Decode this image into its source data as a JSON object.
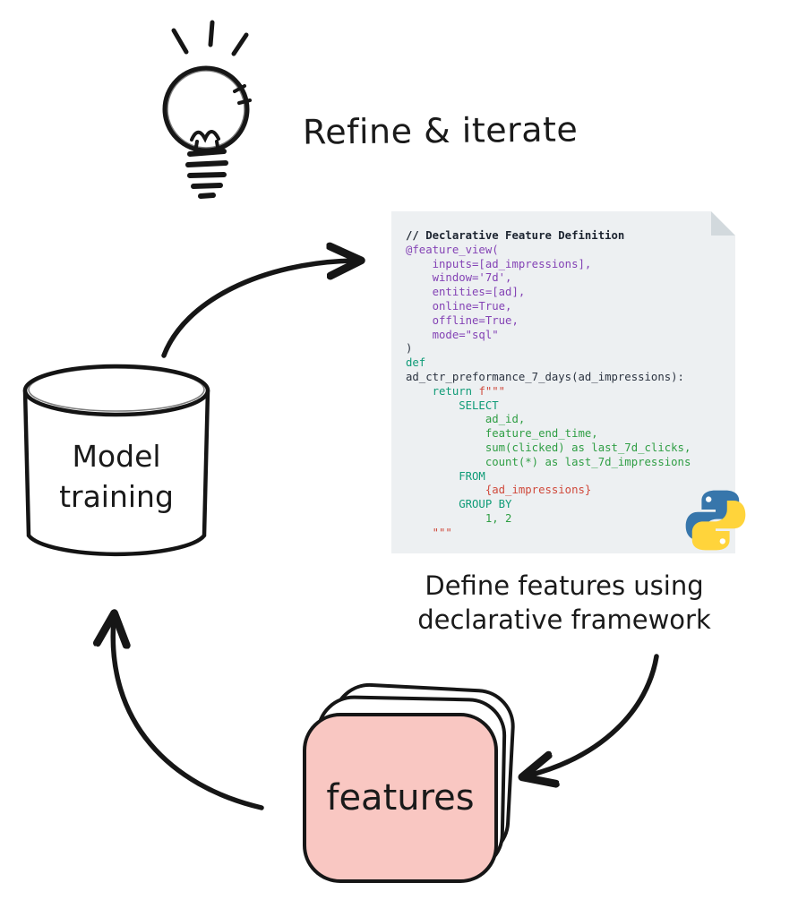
{
  "header": {
    "refine_iterate": "Refine & iterate"
  },
  "code_card": {
    "lines": [
      [
        [
          "comment",
          "// Declarative Feature Definition"
        ]
      ],
      [
        [
          "purple",
          "@feature_view("
        ]
      ],
      [
        [
          "purple",
          "    inputs=[ad_impressions],"
        ]
      ],
      [
        [
          "purple",
          "    window='7d',"
        ]
      ],
      [
        [
          "purple",
          "    entities=[ad],"
        ]
      ],
      [
        [
          "purple",
          "    online=True,"
        ]
      ],
      [
        [
          "purple",
          "    offline=True,"
        ]
      ],
      [
        [
          "purple",
          "    mode=\"sql\""
        ]
      ],
      [
        [
          "dark",
          ")"
        ]
      ],
      [
        [
          "teal",
          "def"
        ]
      ],
      [
        [
          "dark",
          "ad_ctr_preformance_7_days(ad_impressions):"
        ]
      ],
      [
        [
          "teal",
          "    return "
        ],
        [
          "red",
          "f\"\"\""
        ]
      ],
      [
        [
          "teal",
          "        SELECT"
        ]
      ],
      [
        [
          "green",
          "            ad_id,"
        ]
      ],
      [
        [
          "green",
          "            feature_end_time,"
        ]
      ],
      [
        [
          "green",
          "            sum(clicked) as last_7d_clicks,"
        ]
      ],
      [
        [
          "green",
          "            count(*) as last_7d_impressions"
        ]
      ],
      [
        [
          "teal",
          "        FROM"
        ]
      ],
      [
        [
          "red",
          "            {ad_impressions}"
        ]
      ],
      [
        [
          "teal",
          "        GROUP BY"
        ]
      ],
      [
        [
          "green",
          "            1, 2"
        ]
      ],
      [
        [
          "red",
          "    \"\"\""
        ]
      ]
    ]
  },
  "caption": {
    "line1": "Define features using",
    "line2": "declarative framework"
  },
  "model_training": {
    "line1": "Model",
    "line2": "training"
  },
  "features": {
    "label": "features"
  },
  "icons": {
    "lightbulb": "lightbulb-idea-icon",
    "python": "python-logo-icon",
    "arrows": [
      "arrow-model-to-code",
      "arrow-caption-to-features",
      "arrow-features-to-model"
    ]
  },
  "colors": {
    "features_card": "#f9c7c2",
    "code_bg": "#edf0f2",
    "python_blue": "#3776ab",
    "python_yellow": "#ffd43b",
    "token_purple": "#8443b5",
    "token_teal": "#0f9b77",
    "token_green": "#2f9e44",
    "token_red": "#d04a3c",
    "ink": "#161616"
  }
}
